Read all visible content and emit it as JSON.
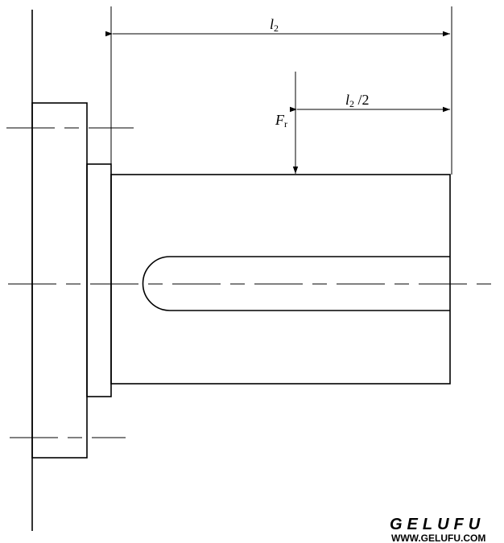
{
  "dimension_total": {
    "symbol": "l",
    "subscript": "2"
  },
  "dimension_half": {
    "symbol": "l",
    "subscript": "2",
    "suffix": " /2"
  },
  "force_label": {
    "symbol": "F",
    "subscript": "r"
  },
  "watermark": {
    "brand": "GELUFU",
    "url": "WWW.GELUFU.COM"
  }
}
